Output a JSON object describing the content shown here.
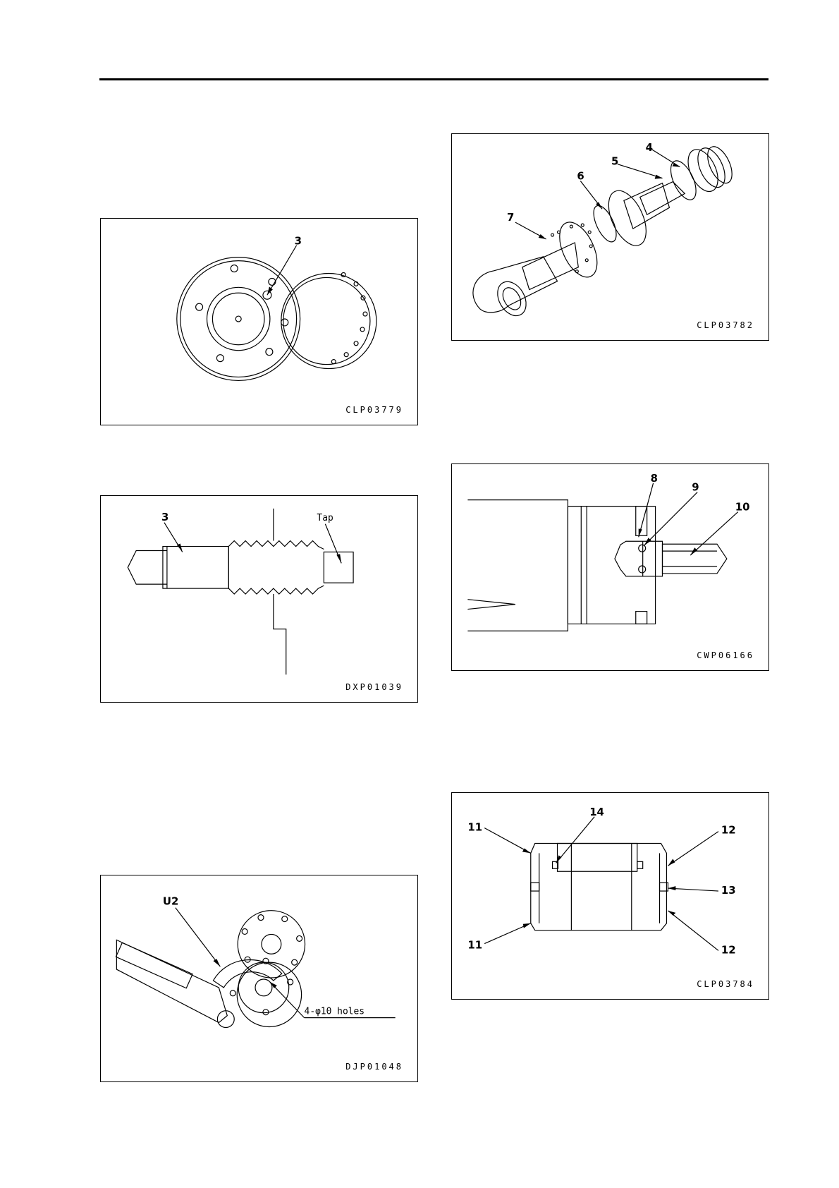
{
  "figures": [
    {
      "code": "CLP03779",
      "callouts": [
        "3"
      ]
    },
    {
      "code": "DXP01039",
      "callouts": [
        "3"
      ],
      "label": "Tap"
    },
    {
      "code": "DJP01048",
      "callouts": [
        "U2"
      ],
      "label": "4-φ10 holes"
    },
    {
      "code": "CLP03782",
      "callouts": [
        "4",
        "5",
        "6",
        "7"
      ]
    },
    {
      "code": "CWP06166",
      "callouts": [
        "8",
        "9",
        "10"
      ]
    },
    {
      "code": "CLP03784",
      "callouts": [
        "11",
        "14",
        "12",
        "13",
        "12",
        "11"
      ]
    }
  ]
}
